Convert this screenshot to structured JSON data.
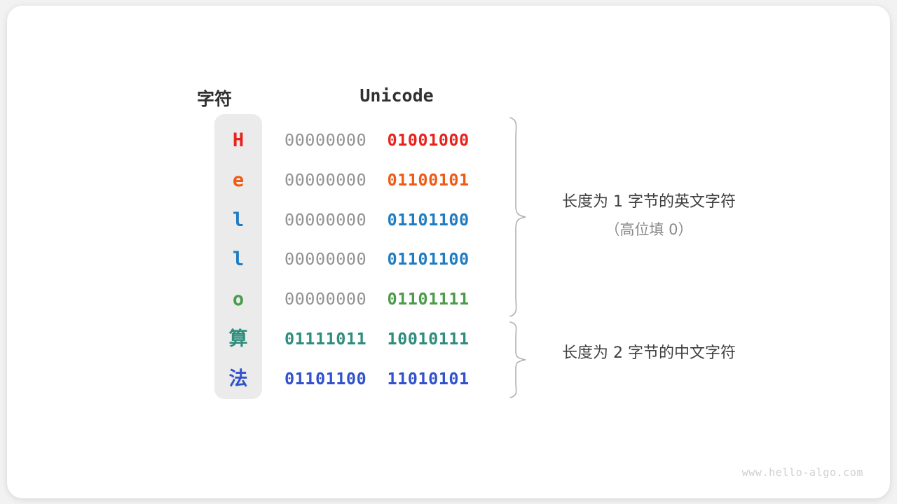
{
  "figure": {
    "headers": {
      "char": "字符",
      "unicode": "Unicode"
    },
    "rows": [
      {
        "char": "H",
        "char_color": "#e8221d",
        "high": "00000000",
        "low": "01001000",
        "low_color": "#e8221d",
        "cjk": false
      },
      {
        "char": "e",
        "char_color": "#ef5b14",
        "high": "00000000",
        "low": "01100101",
        "low_color": "#ef5b14",
        "cjk": false
      },
      {
        "char": "l",
        "char_color": "#1f7cc2",
        "high": "00000000",
        "low": "01101100",
        "low_color": "#1f7cc2",
        "cjk": false
      },
      {
        "char": "l",
        "char_color": "#1f7cc2",
        "high": "00000000",
        "low": "01101100",
        "low_color": "#1f7cc2",
        "cjk": false
      },
      {
        "char": "o",
        "char_color": "#4a9b4a",
        "high": "00000000",
        "low": "01101111",
        "low_color": "#4a9b4a",
        "cjk": false
      },
      {
        "char": "算",
        "char_color": "#2e8d7d",
        "high": "01111011",
        "low": "10010111",
        "low_color": "#2e8d7d",
        "high_color": "#2e8d7d",
        "cjk": true
      },
      {
        "char": "法",
        "char_color": "#3152cd",
        "high": "01101100",
        "low": "11010101",
        "low_color": "#3152cd",
        "high_color": "#3152cd",
        "cjk": true
      }
    ],
    "annotations": [
      {
        "main": "长度为 1 字节的英文字符",
        "sub": "（高位填 0）"
      },
      {
        "main": "长度为 2 字节的中文字符",
        "sub": ""
      }
    ],
    "watermark": "www.hello-algo.com",
    "colors": {
      "pill_bg": "#ebebeb",
      "high_bits": "#919191",
      "brace": "#b0b0b0",
      "page_bg": "#f2f2f2",
      "card_bg": "#ffffff"
    }
  }
}
